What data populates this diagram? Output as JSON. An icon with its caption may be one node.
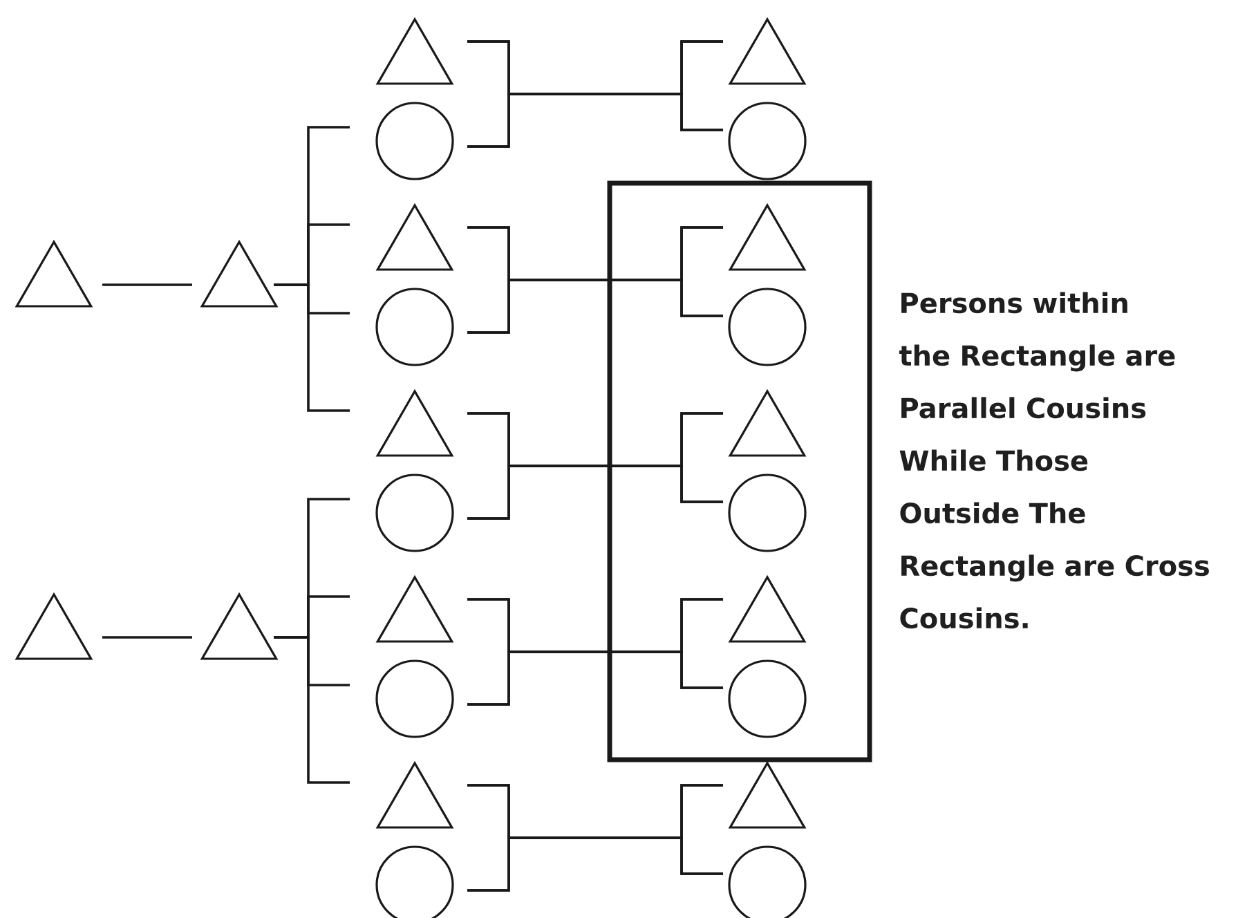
{
  "diagram": {
    "nodes": [
      {
        "text": [],
        "shape": "triangle"
      },
      {
        "text": [],
        "shape": "triangle"
      },
      {
        "text": [],
        "shape": "triangle"
      },
      {
        "text": [],
        "shape": "triangle"
      },
      {
        "text": [],
        "shape": "triangle"
      },
      {
        "text": [],
        "shape": "circle"
      },
      {
        "text": [],
        "shape": "triangle"
      },
      {
        "text": [],
        "shape": "circle"
      },
      {
        "text": [],
        "shape": "triangle"
      },
      {
        "text": [],
        "shape": "circle"
      },
      {
        "text": [],
        "shape": "triangle"
      },
      {
        "text": [],
        "shape": "circle"
      },
      {
        "text": [],
        "shape": "triangle"
      },
      {
        "text": [],
        "shape": "circle"
      },
      {
        "text": [],
        "shape": "box"
      },
      {
        "text": [],
        "shape": "triangle"
      },
      {
        "text": [],
        "shape": "circle"
      },
      {
        "text": [],
        "shape": "triangle",
        "in": 14
      },
      {
        "text": [],
        "shape": "circle",
        "in": 14
      },
      {
        "text": [],
        "shape": "triangle",
        "in": 14
      },
      {
        "text": [],
        "shape": "circle",
        "in": 14
      },
      {
        "text": [],
        "shape": "triangle",
        "in": 14
      },
      {
        "text": [],
        "shape": "circle",
        "in": 14
      },
      {
        "text": [],
        "shape": "triangle"
      },
      {
        "text": [],
        "shape": "circle"
      }
    ],
    "edges": [
      {
        "from": 0,
        "to": 1,
        "arrow": "none"
      },
      {
        "from": 2,
        "to": 3,
        "arrow": "none"
      },
      {
        "from": 1,
        "to": 5,
        "arrow": "none"
      },
      {
        "from": 1,
        "to": 6,
        "arrow": "none"
      },
      {
        "from": 1,
        "to": 7,
        "arrow": "none"
      },
      {
        "from": 1,
        "to": 8,
        "arrow": "none"
      },
      {
        "from": 3,
        "to": 9,
        "arrow": "none"
      },
      {
        "from": 3,
        "to": 10,
        "arrow": "none"
      },
      {
        "from": 3,
        "to": 11,
        "arrow": "none"
      },
      {
        "from": 3,
        "to": 12,
        "arrow": "none"
      },
      {
        "from": 4,
        "to": 15,
        "arrow": "none"
      },
      {
        "from": 4,
        "to": 16,
        "arrow": "none"
      },
      {
        "from": 5,
        "to": 15,
        "arrow": "none"
      },
      {
        "from": 5,
        "to": 16,
        "arrow": "none"
      },
      {
        "from": 6,
        "to": 17,
        "arrow": "none"
      },
      {
        "from": 6,
        "to": 18,
        "arrow": "none"
      },
      {
        "from": 7,
        "to": 17,
        "arrow": "none"
      },
      {
        "from": 7,
        "to": 18,
        "arrow": "none"
      },
      {
        "from": 8,
        "to": 19,
        "arrow": "none"
      },
      {
        "from": 8,
        "to": 20,
        "arrow": "none"
      },
      {
        "from": 9,
        "to": 19,
        "arrow": "none"
      },
      {
        "from": 9,
        "to": 20,
        "arrow": "none"
      },
      {
        "from": 10,
        "to": 21,
        "arrow": "none"
      },
      {
        "from": 10,
        "to": 22,
        "arrow": "none"
      },
      {
        "from": 11,
        "to": 21,
        "arrow": "none"
      },
      {
        "from": 11,
        "to": 22,
        "arrow": "none"
      },
      {
        "from": 12,
        "to": 23,
        "arrow": "none"
      },
      {
        "from": 12,
        "to": 24,
        "arrow": "none"
      },
      {
        "from": 13,
        "to": 23,
        "arrow": "none"
      },
      {
        "from": 13,
        "to": 24,
        "arrow": "none"
      }
    ],
    "labels": [
      "Persons within the Rectangle are Parallel Cousins While Those Outside The Rectangle are Cross Cousins."
    ]
  }
}
